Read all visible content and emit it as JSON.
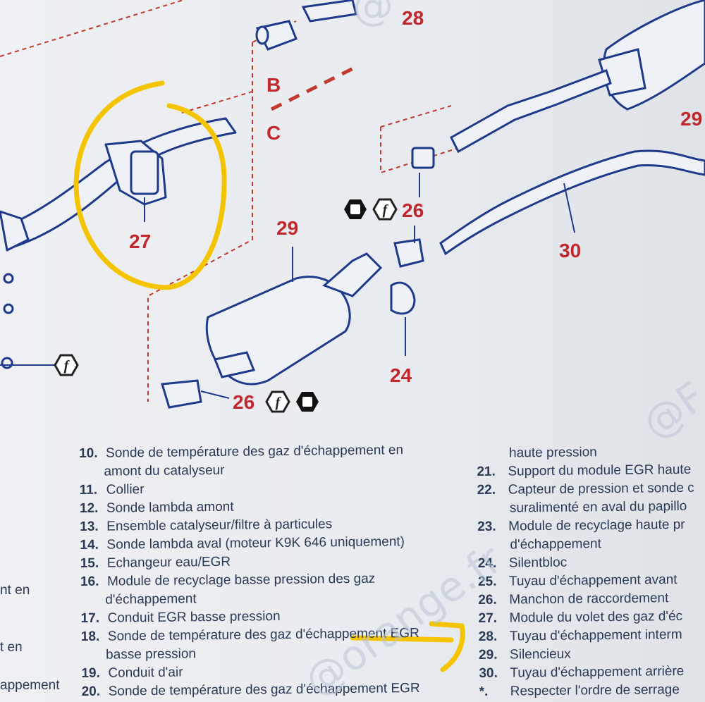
{
  "diagram": {
    "callouts": {
      "c28": "28",
      "b_label": "B",
      "c_label": "C",
      "c29_right": "29",
      "c27": "27",
      "c26_top": "26",
      "c29": "29",
      "c30": "30",
      "c24": "24",
      "c26_bottom": "26"
    },
    "torque_symbol": "f",
    "annotation_color": "#f5c400",
    "callout_color": "#c1272d",
    "watermark": "@orange.fr",
    "watermark_top": "@",
    "watermark_right": "@F"
  },
  "legend": {
    "left_fragments": [
      "nt en",
      "t en",
      "appement"
    ],
    "col1": [
      {
        "num": "10.",
        "text": "Sonde de température des gaz d'échappement en",
        "cont": "amont du catalyseur"
      },
      {
        "num": "11.",
        "text": "Collier"
      },
      {
        "num": "12.",
        "text": "Sonde lambda amont"
      },
      {
        "num": "13.",
        "text": "Ensemble catalyseur/filtre à particules"
      },
      {
        "num": "14.",
        "text": "Sonde lambda aval (moteur K9K 646 uniquement)"
      },
      {
        "num": "15.",
        "text": "Echangeur eau/EGR"
      },
      {
        "num": "16.",
        "text": "Module de recyclage basse pression des gaz",
        "cont": "d'échappement"
      },
      {
        "num": "17.",
        "text": "Conduit EGR basse pression"
      },
      {
        "num": "18.",
        "text": "Sonde de température des gaz d'échappement EGR",
        "cont": "basse pression"
      },
      {
        "num": "19.",
        "text": "Conduit d'air"
      },
      {
        "num": "20.",
        "text": "Sonde de température des gaz d'échappement EGR"
      }
    ],
    "col2_top": "haute pression",
    "col2": [
      {
        "num": "21.",
        "text": "Support du module EGR haute"
      },
      {
        "num": "22.",
        "text": "Capteur de pression et sonde c",
        "cont": "suralimenté en aval du papillo"
      },
      {
        "num": "23.",
        "text": "Module de recyclage haute pr",
        "cont": "d'échappement"
      },
      {
        "num": "24.",
        "text": "Silentbloc"
      },
      {
        "num": "25.",
        "text": "Tuyau d'échappement avant"
      },
      {
        "num": "26.",
        "text": "Manchon de raccordement"
      },
      {
        "num": "27.",
        "text": "Module du volet des gaz d'éc"
      },
      {
        "num": "28.",
        "text": "Tuyau d'échappement interm"
      },
      {
        "num": "29.",
        "text": "Silencieux"
      },
      {
        "num": "30.",
        "text": "Tuyau d'échappement arrière"
      },
      {
        "num": "*.",
        "text": "Respecter l'ordre de serrage"
      }
    ]
  }
}
